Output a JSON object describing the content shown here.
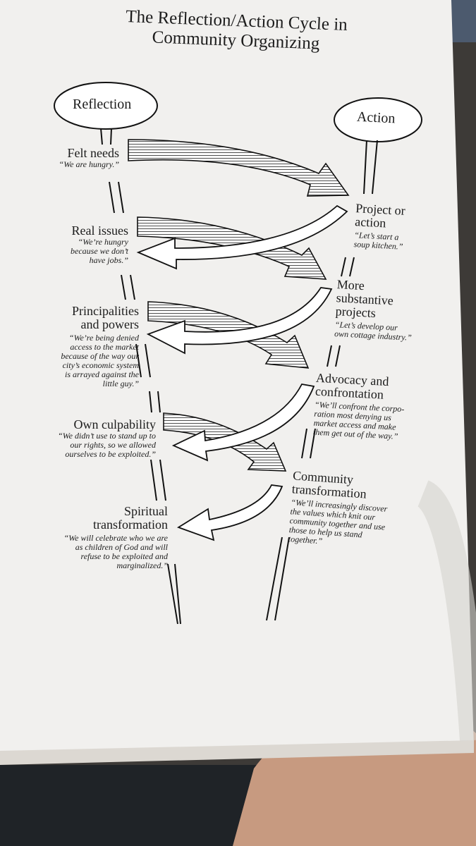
{
  "title_line1": "The Reflection/Action Cycle in",
  "title_line2": "Community Organizing",
  "reflection_label": "Reflection",
  "action_label": "Action",
  "reflection_stages": [
    {
      "title1": "Felt needs",
      "title2": "",
      "quote1": "“We are hungry.”",
      "quote2": "",
      "quote3": "",
      "quote4": "",
      "quote5": ""
    },
    {
      "title1": "Real issues",
      "title2": "",
      "quote1": "“We’re hungry",
      "quote2": "because we don’t",
      "quote3": "have jobs.”",
      "quote4": "",
      "quote5": ""
    },
    {
      "title1": "Principalities",
      "title2": "and powers",
      "quote1": "“We’re being denied",
      "quote2": "access to the market",
      "quote3": "because of the way our",
      "quote4": "city’s economic system",
      "quote5": "is arrayed against the"
    },
    {
      "title1": "Own culpability",
      "title2": "",
      "quote1": "“We didn’t use to stand up to",
      "quote2": "our rights, so we allowed",
      "quote3": "ourselves to be exploited.”",
      "quote4": "",
      "quote5": ""
    },
    {
      "title1": "Spiritual",
      "title2": "transformation",
      "quote1": "“We will celebrate who we are",
      "quote2": "as children of God and will",
      "quote3": "refuse to be exploited and",
      "quote4": "marginalized.”",
      "quote5": ""
    }
  ],
  "reflection_extra_line": "little guy.”",
  "action_stages": [
    {
      "title1": "Project or",
      "title2": "action",
      "quote1": "“Let’s start a",
      "quote2": "soup kitchen.”",
      "quote3": "",
      "quote4": ""
    },
    {
      "title1": "More",
      "title2": "substantive",
      "title3": "projects",
      "quote1": "“Let’s develop our",
      "quote2": "own cottage industry.”",
      "quote3": "",
      "quote4": ""
    },
    {
      "title1": "Advocacy and",
      "title2": "confrontation",
      "quote1": "“We’ll confront the corpo-",
      "quote2": "ration most denying us",
      "quote3": "market access and make",
      "quote4": "them get out of the way.”"
    },
    {
      "title1": "Community",
      "title2": "transformation",
      "quote1": "“We’ll increasingly discover",
      "quote2": "the values which knit our",
      "quote3": "community together and use",
      "quote4": "those to help us stand"
    }
  ],
  "action_extra_line": "together.”",
  "colors": {
    "paper": "#f1f0ee",
    "ink": "#1c1c1c",
    "background": "#3d3a37",
    "skin": "#c79a80"
  }
}
